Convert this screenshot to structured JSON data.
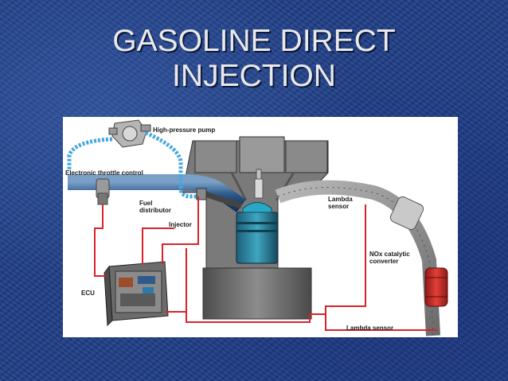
{
  "title": {
    "line1": "GASOLINE DIRECT",
    "line2": "INJECTION"
  },
  "labels": {
    "pump": "High-pressure pump",
    "throttle": "Electronic throttle control",
    "distributor_line1": "Fuel",
    "distributor_line2": "distributor",
    "injector": "Injector",
    "ecu": "ECU",
    "lambda_top_line1": "Lambda",
    "lambda_top_line2": "sensor",
    "nox_line1": "NOx catalytic",
    "nox_line2": "converter",
    "lambda_bottom": "Lambda sensor"
  },
  "colors": {
    "background": "#1f3e86",
    "title": "#e9e9e9",
    "wire": "#d9232b",
    "fuel_line": "#45a8e0",
    "intake": "#2d5a8c",
    "engine": "#6e6e6e",
    "catalyst": "#c8302a"
  }
}
